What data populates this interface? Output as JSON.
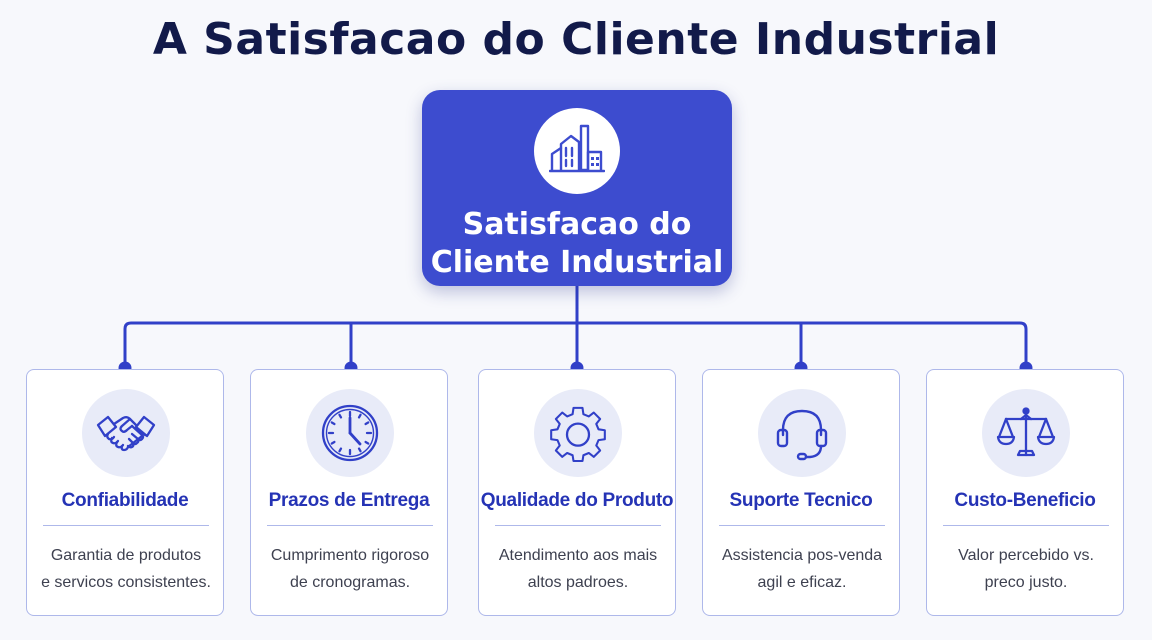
{
  "title": "A Satisfacao do Cliente Industrial",
  "root": {
    "icon": "factory-icon",
    "label_lines": [
      "Satisfacao do",
      "Cliente Industrial"
    ]
  },
  "colors": {
    "primary": "#3d4ccf",
    "title": "#121a4a",
    "card_title": "#2533b5",
    "connector": "#3140c8",
    "card_border": "#aeb8ea"
  },
  "cards": [
    {
      "icon": "handshake-icon",
      "title": "Confiabilidade",
      "desc_lines": [
        "Garantia de produtos",
        "e servicos consistentes."
      ]
    },
    {
      "icon": "clock-icon",
      "title": "Prazos de Entrega",
      "desc_lines": [
        "Cumprimento rigoroso",
        "de cronogramas."
      ]
    },
    {
      "icon": "gear-icon",
      "title": "Qualidade do Produto",
      "desc_lines": [
        "Atendimento aos mais",
        "altos padroes."
      ]
    },
    {
      "icon": "headset-icon",
      "title": "Suporte Tecnico",
      "desc_lines": [
        "Assistencia pos-venda",
        "agil e eficaz."
      ]
    },
    {
      "icon": "scales-icon",
      "title": "Custo-Beneficio",
      "desc_lines": [
        "Valor percebido vs.",
        "preco justo."
      ]
    }
  ]
}
